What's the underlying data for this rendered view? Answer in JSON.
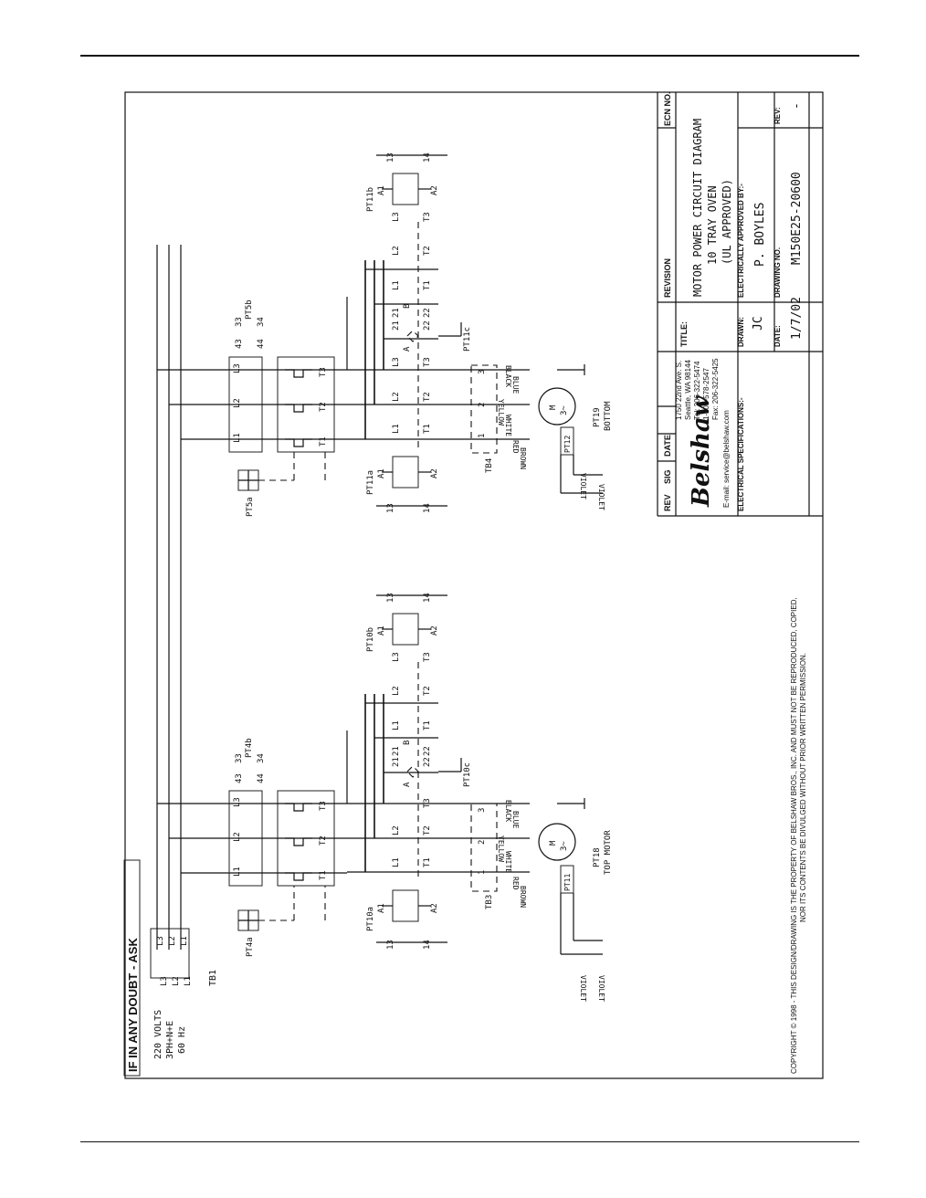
{
  "sheet": {
    "header_warning": "IF IN ANY DOUBT - ASK",
    "supply": {
      "voltage": "220 VOLTS",
      "phase": "3PH+N+E",
      "frequency": "60 Hz"
    },
    "terminal_block_main": "TB1",
    "line_labels": [
      "L1",
      "L2",
      "L3"
    ],
    "copyright": "COPYRIGHT © 1998 - THIS DESIGN/DRAWING IS THE PROPERTY OF BELSHAW BROS., INC. AND MUST NOT BE REPRODUCED, COPIED,",
    "copyright_line2": "NOR ITS CONTENTS BE DIVULGED WITHOUT PRIOR WRITTEN PERMISSION."
  },
  "circuits": [
    {
      "breaker": "PT4a",
      "aux": "PT4b",
      "contactor_a": "PT10a",
      "contactor_b": "PT10b",
      "interlock": "PT10c",
      "terminal_block": "TB3",
      "motor": "PT18",
      "motor_desc": "TOP MOTOR",
      "thermal": "PT11",
      "aux_contacts": [
        "43",
        "33",
        "44",
        "34"
      ]
    },
    {
      "breaker": "PT5a",
      "aux": "PT5b",
      "contactor_a": "PT11a",
      "contactor_b": "PT11b",
      "interlock": "PT11c",
      "terminal_block": "TB4",
      "motor": "PT19",
      "motor_desc": "BOTTOM",
      "thermal": "PT12",
      "aux_contacts": [
        "43",
        "33",
        "44",
        "34"
      ]
    }
  ],
  "labels": {
    "poles_L": [
      "L1",
      "L2",
      "L3"
    ],
    "poles_T": [
      "T1",
      "T2",
      "T3"
    ],
    "coil": [
      "A1",
      "A2"
    ],
    "contact_nums": [
      "13",
      "14"
    ],
    "interlock_nums": [
      "21",
      "22"
    ],
    "interlock_letters": [
      "A",
      "B"
    ],
    "tb_nums": [
      "1",
      "2",
      "3"
    ],
    "wire_colors": [
      "BROWN",
      "RED",
      "WHITE",
      "YELLOW",
      "BLUE",
      "BLACK"
    ],
    "motor_symbol": "M",
    "motor_phase": "3~",
    "violet": "VIOLET"
  },
  "title_block": {
    "revision_header": "REVISION",
    "rev_cols": [
      "REV",
      "SIG",
      "DATE",
      "ECN NO."
    ],
    "title_label": "TITLE:",
    "title_lines": [
      "MOTOR POWER CIRCUIT DIAGRAM",
      "10 TRAY OVEN",
      "(UL APPROVED)"
    ],
    "company_logo": "Belshaw",
    "address": [
      "1750 22nd Ave. S.",
      "Seattle, WA 98144",
      "Tel: 206-322-5474",
      "1-800-578-2547",
      "Fax: 206-322-5425"
    ],
    "email": "E-mail: service@belshaw.com",
    "elec_spec_label": "ELECTRICAL SPECIFICATIONS:-",
    "drawn_label": "DRAWN:",
    "drawn_value": "JC",
    "approved_label": "ELECTRICALLY APPROVED BY:-",
    "approved_value": "P. BOYLES",
    "date_label": "DATE:",
    "date_value": "1/7/02",
    "drawing_no_label": "DRAWING NO.",
    "drawing_no_value": "M150E25-20600",
    "rev_label": "REV:",
    "rev_value": "-"
  }
}
